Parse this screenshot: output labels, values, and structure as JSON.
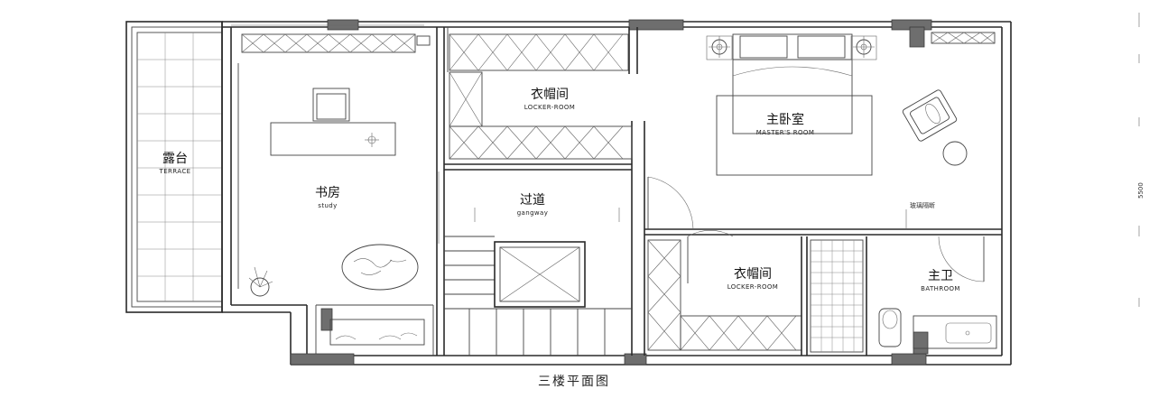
{
  "plan": {
    "caption": "三楼平面图",
    "side_dim": "5500"
  },
  "rooms": {
    "terrace": {
      "cn": "露台",
      "en": "TERRACE"
    },
    "study": {
      "cn": "书房",
      "en": "study"
    },
    "locker_top": {
      "cn": "衣帽间",
      "en": "LOCKER-ROOM"
    },
    "master": {
      "cn": "主卧室",
      "en": "MASTER'S ROOM"
    },
    "gangway": {
      "cn": "过道",
      "en": "gangway"
    },
    "locker_bottom": {
      "cn": "衣帽间",
      "en": "LOCKER-ROOM"
    },
    "bathroom": {
      "cn": "主卫",
      "en": "BATHROOM"
    }
  },
  "annotations": {
    "glass_partition": "玻璃隔断"
  }
}
